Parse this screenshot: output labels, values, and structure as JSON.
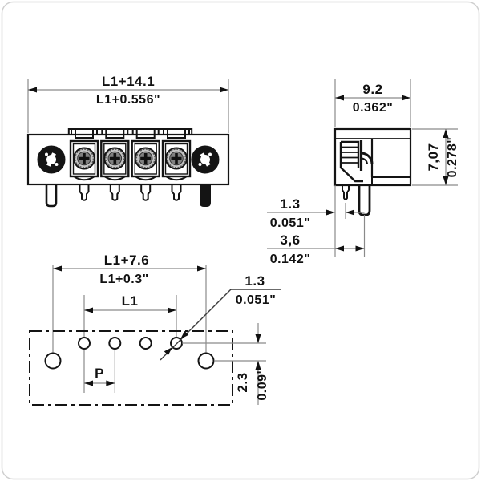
{
  "drawing_title": "terminal-block-connector-dimension-drawing",
  "colors": {
    "object_line": "#141414",
    "dimension_line": "#8a8a8a",
    "text": "#111111",
    "screw_fill": "#c4c4c4",
    "screw_inner": "#808080",
    "frame_border": "#cfcfcf"
  },
  "front_view": {
    "width_mm": "L1+14.1",
    "width_in": "L1+0.556\""
  },
  "side_view": {
    "width_mm": "9.2",
    "width_in": "0.362\"",
    "height_mm": "7,07",
    "height_in": "0.278\"",
    "peg_offset_mm": "1.3",
    "peg_offset_in": "0.051\"",
    "pin_offset_mm": "3,6",
    "pin_offset_in": "0.142\""
  },
  "bottom_view": {
    "mount_span_mm": "L1+7.6",
    "mount_span_in": "L1+0.3\"",
    "pin_span": "L1",
    "pitch": "P",
    "hole_dia_mm": "1.3",
    "hole_dia_in": "0.051\"",
    "row_offset_mm": "2.3",
    "row_offset_in": "0.09\""
  }
}
